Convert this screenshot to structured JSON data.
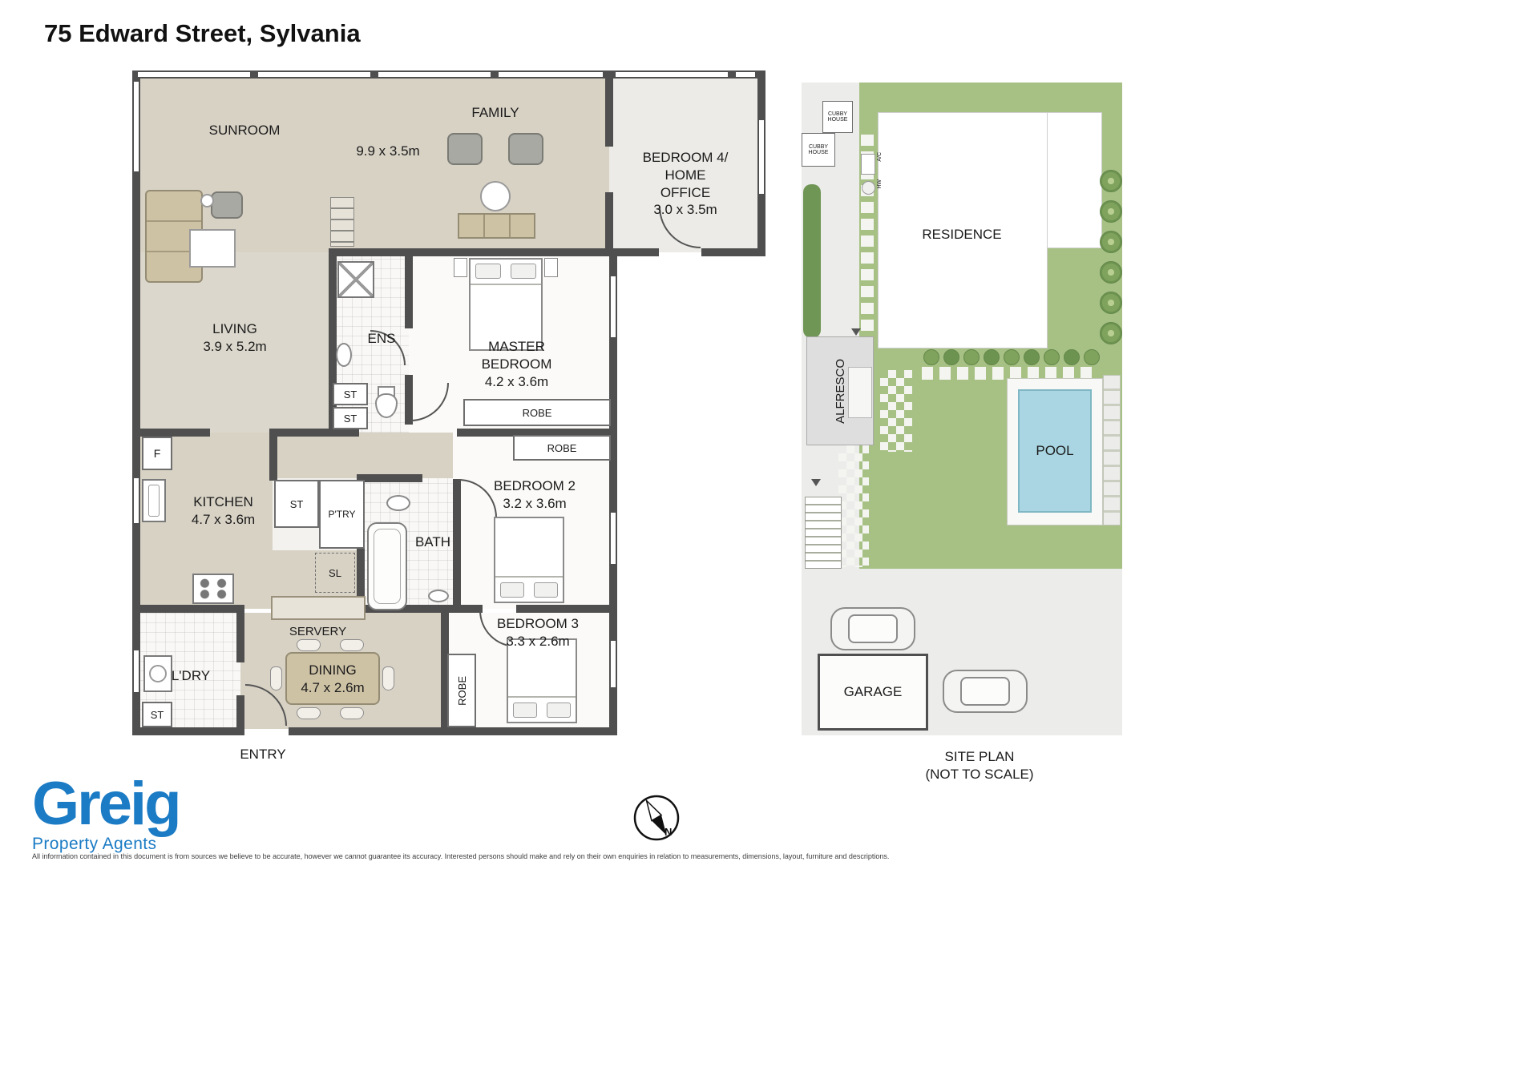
{
  "title": "75 Edward Street, Sylvania",
  "floorplan": {
    "sunroom": "SUNROOM",
    "family": "FAMILY",
    "family_dims": "9.9 x 3.5m",
    "bedroom4": "BEDROOM 4/\nHOME\nOFFICE\n3.0 x 3.5m",
    "living": "LIVING\n3.9 x 5.2m",
    "ens": "ENS",
    "master_bedroom": "MASTER\nBEDROOM\n4.2 x 3.6m",
    "robe_master": "ROBE",
    "robe_bedroom2": "ROBE",
    "robe_bedroom3": "ROBE",
    "st_hall_upper": "ST",
    "st_hall_lower": "ST",
    "st_kitchen": "ST",
    "st_laundry": "ST",
    "fridge": "F",
    "kitchen": "KITCHEN\n4.7 x 3.6m",
    "pantry": "P'TRY",
    "bath": "BATH",
    "bedroom2": "BEDROOM 2\n3.2 x 3.6m",
    "sliding": "SL",
    "servery": "SERVERY",
    "dining": "DINING\n4.7 x 2.6m",
    "laundry": "L'DRY",
    "bedroom3": "BEDROOM 3\n3.3 x 2.6m",
    "entry": "ENTRY"
  },
  "siteplan": {
    "cubby_house_1": "CUBBY\nHOUSE",
    "cubby_house_2": "CUBBY\nHOUSE",
    "residence": "RESIDENCE",
    "alfresco": "ALFRESCO",
    "ac": "A/C",
    "hw": "HW",
    "pool": "POOL",
    "garage": "GARAGE",
    "caption": "SITE PLAN\n(NOT TO SCALE)"
  },
  "footer": {
    "brand": "Greig",
    "brand_tagline": "Property Agents",
    "compass_label": "N",
    "disclaimer": "All information contained in this document is from sources we believe to be accurate, however we cannot guarantee its accuracy. Interested persons should make and rely on their own enquiries in relation to measurements, dimensions, layout, furniture and descriptions."
  },
  "colors": {
    "brand_blue": "#1b7bc4",
    "wall": "#4f4f4f",
    "floor_beige": "#d8d2c5",
    "floor_living": "#dbd7cc",
    "floor_white": "#fbfaf8",
    "furniture_tan": "#cec2a5",
    "grass": "#a7c185",
    "hedge": "#6f9654",
    "pool_water": "#a9d6e2",
    "paving": "#ececea"
  }
}
